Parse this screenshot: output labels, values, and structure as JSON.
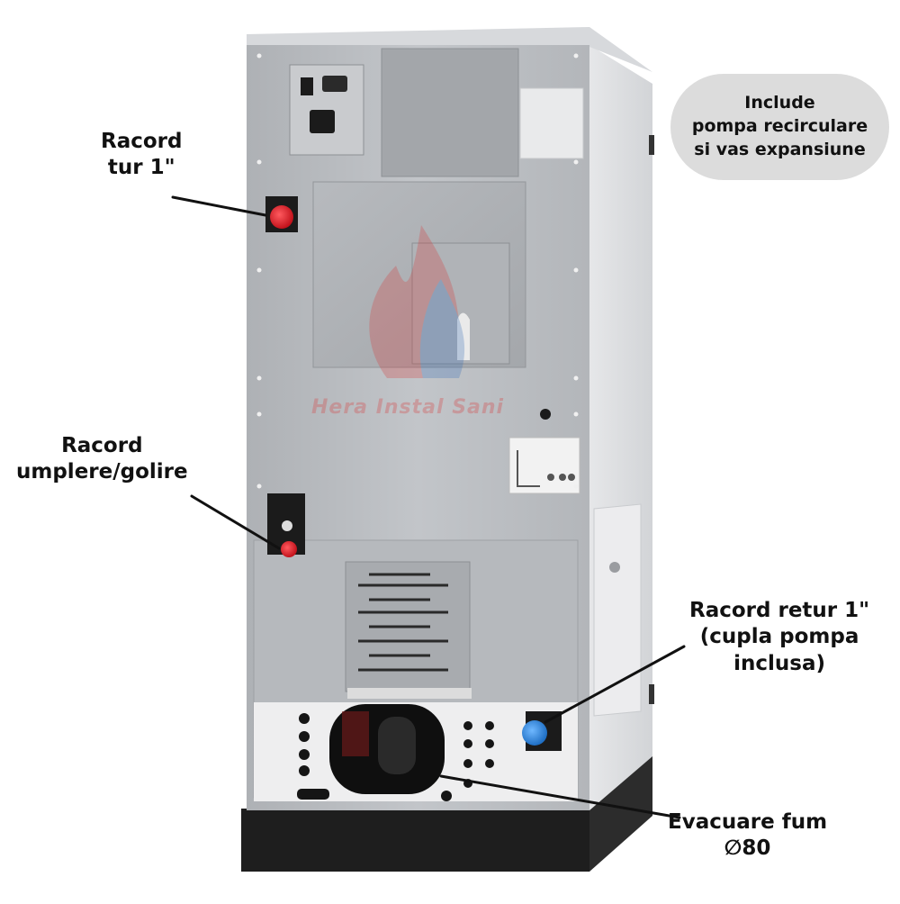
{
  "labels": {
    "tur": [
      "Racord",
      "tur 1\""
    ],
    "umplere": [
      "Racord",
      "umplere/golire"
    ],
    "retur": [
      "Racord retur 1\"",
      "(cupla pompa",
      "inclusa)"
    ],
    "fum": [
      "Evacuare fum",
      "∅80"
    ]
  },
  "bubble": [
    "Include",
    "pompa recirculare",
    "si vas expansiune"
  ],
  "watermark": "Hera Instal Sani",
  "colors": {
    "cabinet": "#b9bcc0",
    "base": "#1e1e1e",
    "tur_cap": "#e8202a",
    "retur_cap": "#2a8be0",
    "bubble": "#dcdcdc"
  }
}
